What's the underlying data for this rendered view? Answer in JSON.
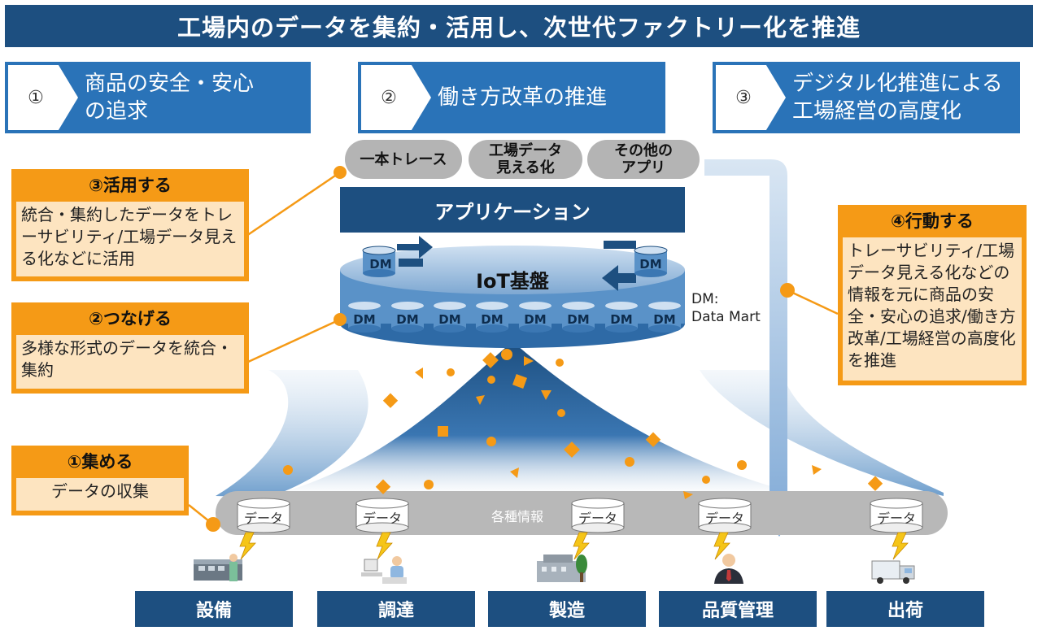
{
  "title": "工場内のデータを集約・活用し、次世代ファクトリー化を推進",
  "goals": [
    {
      "num": "①",
      "text": "商品の安全・安心の追求"
    },
    {
      "num": "②",
      "text": "働き方改革の推進"
    },
    {
      "num": "③",
      "text": "デジタル化推進による工場経営の高度化"
    }
  ],
  "apps": [
    "一本トレース",
    "工場データ見える化",
    "その他のアプリ"
  ],
  "application_label": "アプリケーション",
  "iot_label": "IoT基盤",
  "dm_text": "DM",
  "dm_note": "DM:\nData Mart",
  "steps": {
    "use": {
      "head": "③活用する",
      "body": "統合・集約したデータをトレーサビリティ/工場データ見える化などに活用"
    },
    "connect": {
      "head": "②つなげる",
      "body": "多様な形式のデータを統合・集約"
    },
    "collect": {
      "head": "①集める",
      "body": "データの収集"
    },
    "act": {
      "head": "④行動する",
      "body": "トレーサビリティ/工場データ見える化などの情報を元に商品の安全・安心の追求/働き方改革/工場経営の高度化を推進"
    }
  },
  "data_label": "データ",
  "info_label": "各種情報",
  "destinations": [
    "設備",
    "調達",
    "製造",
    "品質管理",
    "出荷"
  ],
  "colors": {
    "navy": "#1d4f80",
    "blue": "#2a73b8",
    "orange": "#f59a16",
    "light_orange": "#fde4c0",
    "gray": "#b4b4b4"
  }
}
